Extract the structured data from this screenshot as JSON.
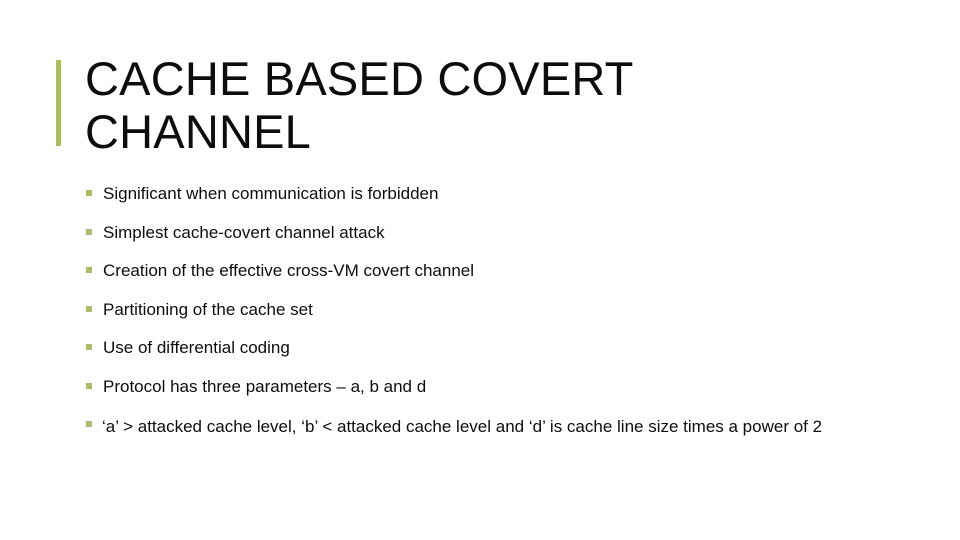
{
  "slide": {
    "title": "CACHE BASED COVERT CHANNEL",
    "accent_color": "#A9BD68",
    "text_color": "#0D0D0D",
    "background_color": "#FFFFFF",
    "bullet_marker_glyph": "green-square",
    "bullets": [
      {
        "text": "Significant when communication is forbidden"
      },
      {
        "text": "Simplest cache-covert channel attack"
      },
      {
        "text": "Creation of the effective cross-VM covert channel"
      },
      {
        "text": "Partitioning of the cache set"
      },
      {
        "text": "Use of differential coding"
      },
      {
        "text": "Protocol has three parameters – a, b and d"
      },
      {
        "text": "‘a’ > attacked cache level, ‘b’ < attacked cache level and ‘d’ is cache line size times a power of 2"
      }
    ]
  }
}
